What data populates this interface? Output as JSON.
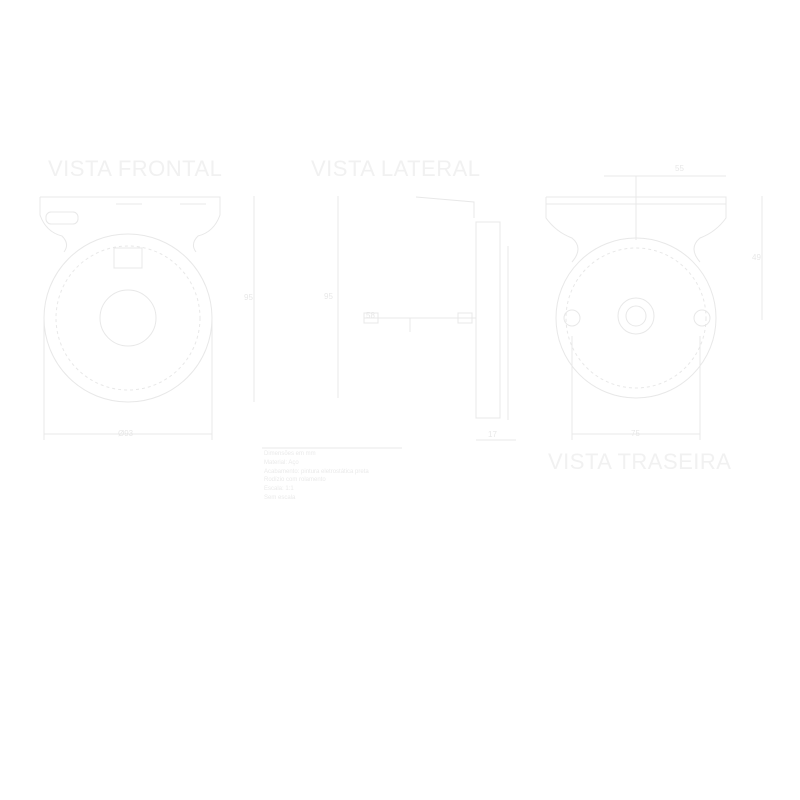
{
  "views": {
    "front": {
      "title": "VISTA FRONTAL",
      "dim_width": "Ø93",
      "dim_height": "95"
    },
    "side": {
      "title": "VISTA LATERAL",
      "dim_height": "95",
      "dim_axle": "58",
      "dim_depth": "17"
    },
    "rear": {
      "title": "VISTA TRASEIRA",
      "dim_top": "55",
      "dim_width": "75",
      "dim_height": "49"
    }
  },
  "notes": [
    "Dimensões em mm",
    "Material: Aço",
    "Acabamento: pintura eletrostática preta",
    "Rodízio com rolamento",
    "Escala: 1:1",
    "Sem escala"
  ],
  "colors": {
    "line": "#e6e6e6",
    "text": "#f1f1f1",
    "background": "#ffffff"
  }
}
